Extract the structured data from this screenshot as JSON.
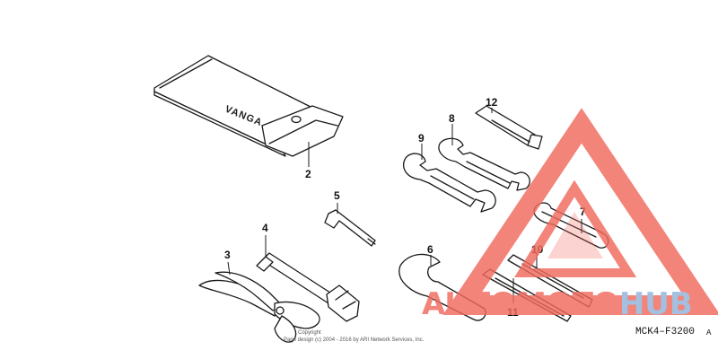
{
  "diagram": {
    "code": "MCK4–F3200",
    "code_marker": "A",
    "copyright_line1": "Copyright",
    "copyright_line2": "Page design (c) 2004 - 2016 by ARI Network Services, Inc.",
    "pouch_label": "VANGA"
  },
  "callouts": [
    {
      "id": "2",
      "part": "tool-bag"
    },
    {
      "id": "3",
      "part": "pliers"
    },
    {
      "id": "4",
      "part": "spark-plug-wrench"
    },
    {
      "id": "5",
      "part": "hex-key"
    },
    {
      "id": "6",
      "part": "pin-spanner"
    },
    {
      "id": "7",
      "part": "flat-wrench"
    },
    {
      "id": "8",
      "part": "open-end-wrench-small"
    },
    {
      "id": "9",
      "part": "open-end-wrench-large"
    },
    {
      "id": "10",
      "part": "screwdriver"
    },
    {
      "id": "11",
      "part": "screwdriver-bit"
    },
    {
      "id": "12",
      "part": "screwdriver-handle"
    }
  ],
  "watermark": {
    "text_red": "AUTOMOTO",
    "text_blue": "HUB",
    "color_red": "#f06a5e",
    "color_blue": "#8fb3da"
  }
}
